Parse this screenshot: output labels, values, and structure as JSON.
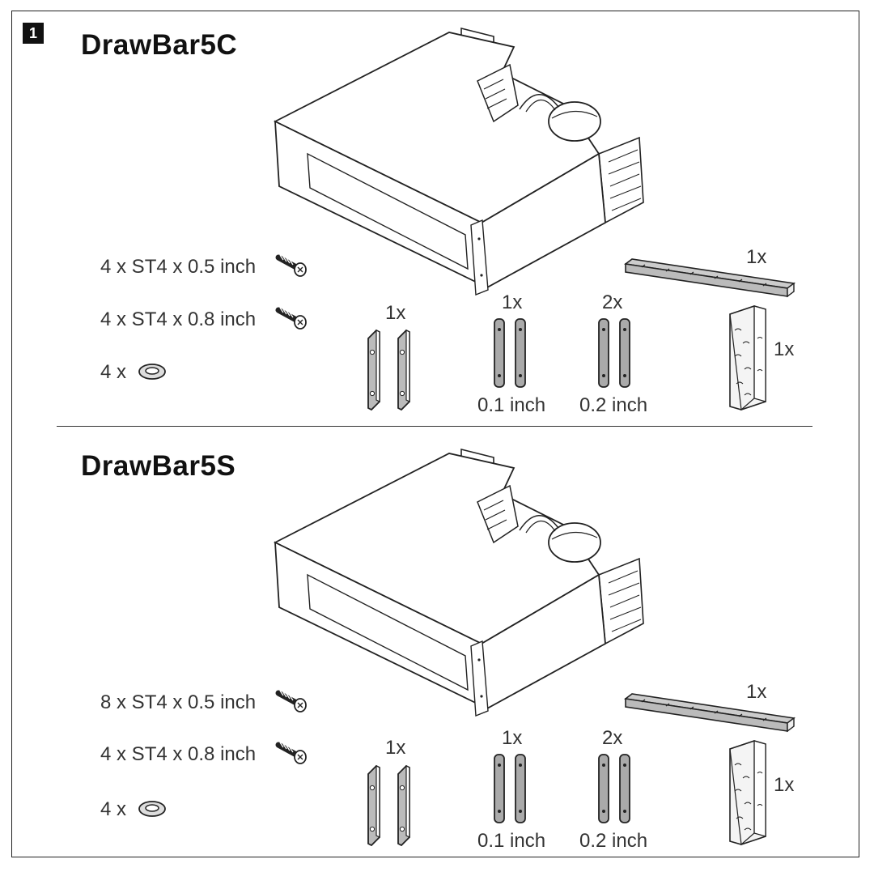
{
  "step": "1",
  "sections": [
    {
      "title": "DrawBar5C",
      "screws": [
        "4 x ST4 x 0.5 inch",
        "4 x ST4 x 0.8 inch"
      ],
      "washers": "4 x",
      "hinge_qty": "1x",
      "spacer1_qty": "1x",
      "spacer1_size": "0.1 inch",
      "spacer2_qty": "2x",
      "spacer2_size": "0.2 inch",
      "strip_qty": "1x",
      "block_qty": "1x"
    },
    {
      "title": "DrawBar5S",
      "screws": [
        "8 x ST4 x 0.5 inch",
        "4 x ST4 x 0.8 inch"
      ],
      "washers": "4 x",
      "hinge_qty": "1x",
      "spacer1_qty": "1x",
      "spacer1_size": "0.1 inch",
      "spacer2_qty": "2x",
      "spacer2_size": "0.2 inch",
      "strip_qty": "1x",
      "block_qty": "1x"
    }
  ],
  "icons": [
    "screw-icon",
    "washer-icon",
    "hinge-bracket-icon",
    "spacer-plate-icon",
    "seal-strip-icon",
    "foam-block-icon",
    "drawer-unit-illustration"
  ]
}
